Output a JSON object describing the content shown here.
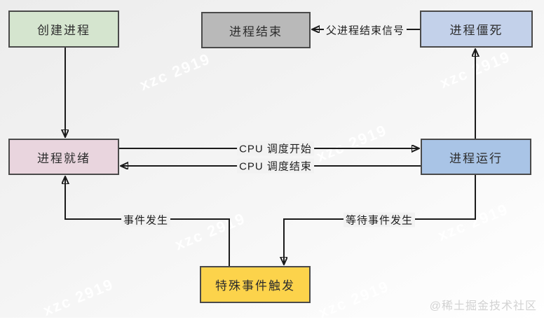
{
  "page": {
    "watermark": "xzc 2919",
    "credit": "@稀土掘金技术社区",
    "background_color": "#f2f2f2",
    "border_color": "#4a4a4a",
    "line_color": "#1b1b1b"
  },
  "diagram": {
    "type": "flowchart",
    "nodes": [
      {
        "id": "create",
        "label": "创建进程",
        "color": "#d5e5cf"
      },
      {
        "id": "end",
        "label": "进程结束",
        "color": "#b9b9b9"
      },
      {
        "id": "zombie",
        "label": "进程僵死",
        "color": "#c3d1ea"
      },
      {
        "id": "ready",
        "label": "进程就绪",
        "color": "#e9d5de"
      },
      {
        "id": "running",
        "label": "进程运行",
        "color": "#a9c4e6"
      },
      {
        "id": "special",
        "label": "特殊事件触发",
        "color": "#fcd34b"
      }
    ],
    "edges": [
      {
        "from": "create",
        "to": "ready",
        "label": ""
      },
      {
        "from": "zombie",
        "to": "end",
        "label": "父进程结束信号"
      },
      {
        "from": "ready",
        "to": "running",
        "label": "CPU 调度开始"
      },
      {
        "from": "running",
        "to": "ready",
        "label": "CPU 调度结束"
      },
      {
        "from": "running",
        "to": "zombie",
        "label": ""
      },
      {
        "from": "running",
        "to": "special",
        "label": "等待事件发生"
      },
      {
        "from": "special",
        "to": "ready",
        "label": "事件发生"
      }
    ]
  }
}
